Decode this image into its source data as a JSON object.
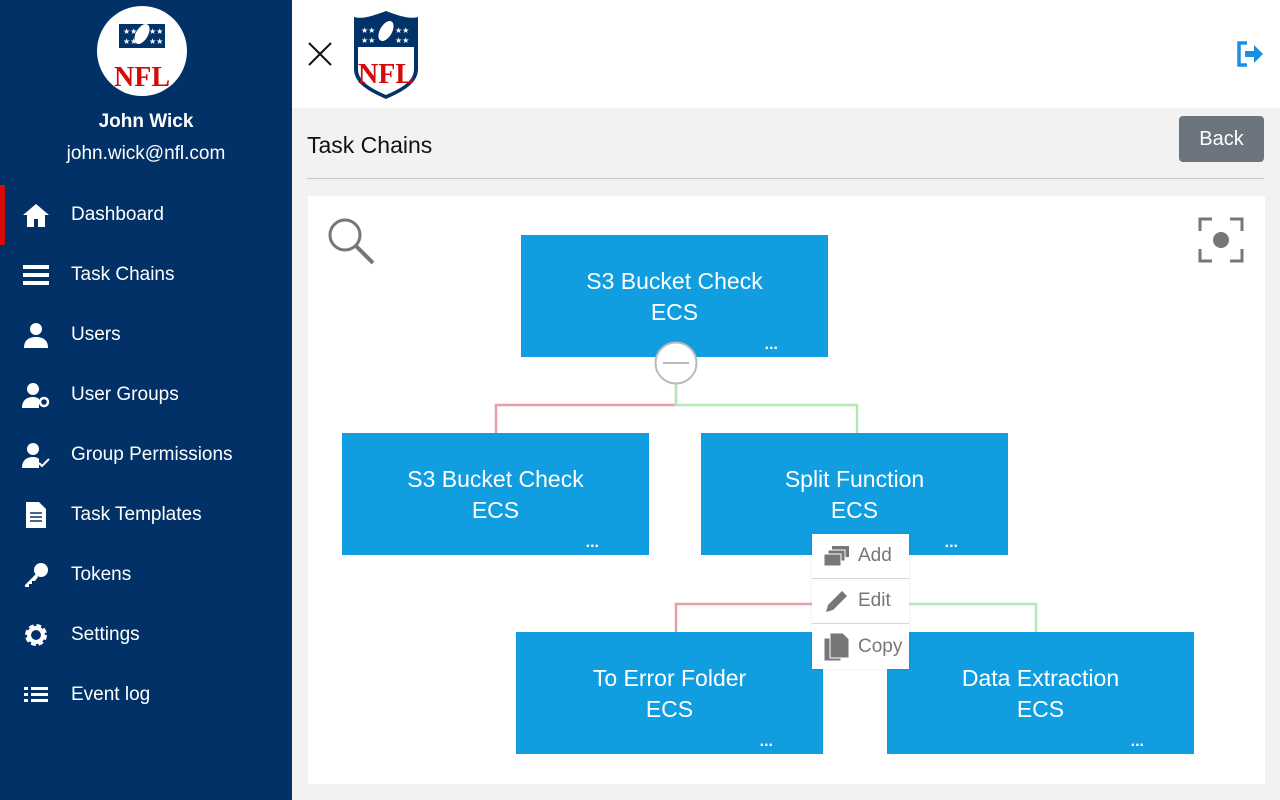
{
  "user": {
    "name": "John Wick",
    "email": "john.wick@nfl.com",
    "logo_text": "NFL"
  },
  "nav": [
    {
      "label": "Dashboard",
      "icon": "home-icon"
    },
    {
      "label": "Task Chains",
      "icon": "list-bars-icon"
    },
    {
      "label": "Users",
      "icon": "user-icon"
    },
    {
      "label": "User Groups",
      "icon": "user-gear-icon"
    },
    {
      "label": "Group Permissions",
      "icon": "user-check-icon"
    },
    {
      "label": "Task Templates",
      "icon": "document-icon"
    },
    {
      "label": "Tokens",
      "icon": "key-icon"
    },
    {
      "label": "Settings",
      "icon": "gear-icon"
    },
    {
      "label": "Event log",
      "icon": "list-icon"
    }
  ],
  "page": {
    "title": "Task Chains",
    "back_label": "Back"
  },
  "nodes": [
    {
      "name": "S3 Bucket Check",
      "type": "ECS",
      "more": "..."
    },
    {
      "name": "S3 Bucket Check",
      "type": "ECS",
      "more": "..."
    },
    {
      "name": "Split Function",
      "type": "ECS",
      "more": "..."
    },
    {
      "name": "To Error Folder",
      "type": "ECS",
      "more": "..."
    },
    {
      "name": "Data Extraction",
      "type": "ECS",
      "more": "..."
    }
  ],
  "context_menu": [
    {
      "label": "Add"
    },
    {
      "label": "Edit"
    },
    {
      "label": "Copy"
    }
  ],
  "colors": {
    "sidebar": "#023167",
    "node": "#109ee0",
    "fail_line": "#e8a0a8",
    "success_line": "#b6e8b6",
    "accent": "#d50a0a"
  }
}
